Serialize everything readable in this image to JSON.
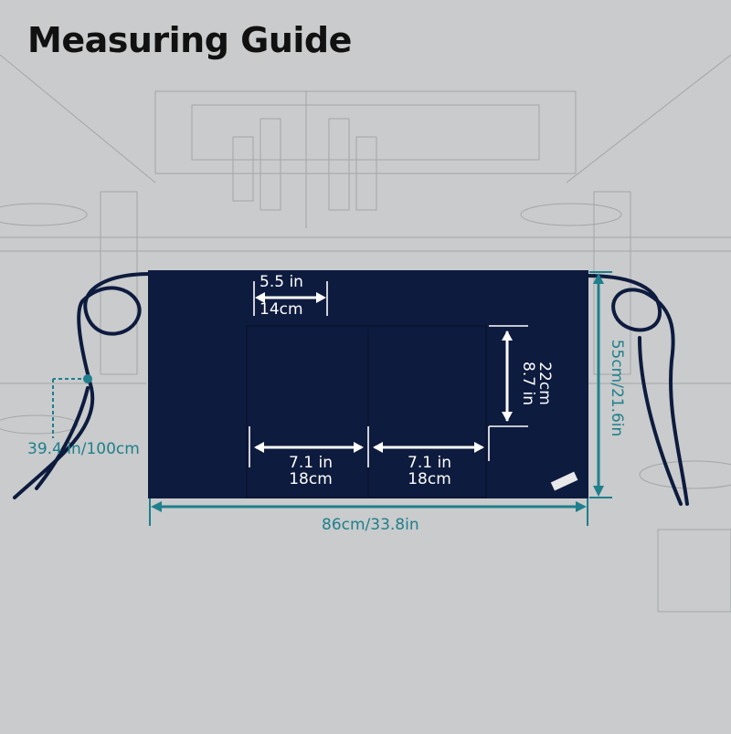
{
  "title": "Measuring Guide",
  "colors": {
    "background": "#c9cbcc",
    "apron": "#0d1b3e",
    "teal_annotation": "#1f7f8c",
    "white_annotation": "#ffffff"
  },
  "measurements": {
    "pocket_opening": {
      "inch": "5.5 in",
      "cm": "14cm"
    },
    "pocket_height": {
      "cm": "22cm",
      "inch": "8.7 in"
    },
    "pocket_left_width": {
      "inch": "7.1 in",
      "cm": "18cm"
    },
    "pocket_right_width": {
      "inch": "7.1 in",
      "cm": "18cm"
    },
    "apron_width": "86cm/33.8in",
    "apron_length": "55cm/21.6in",
    "tie_length": "39.4 in/100cm"
  }
}
